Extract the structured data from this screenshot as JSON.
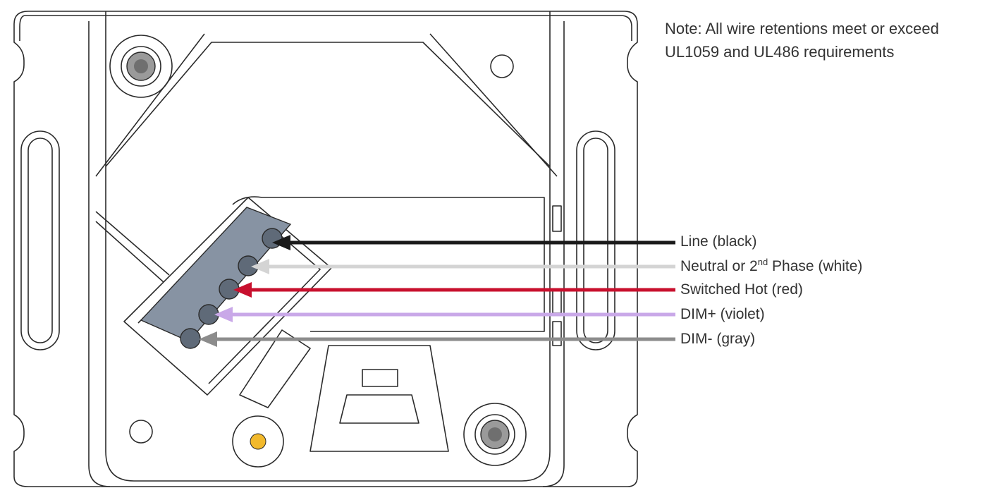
{
  "note": {
    "line1": "Note: All wire retentions meet or exceed",
    "line2": "UL1059 and UL486 requirements"
  },
  "wires": [
    {
      "id": "line",
      "label": "Line (black)",
      "color": "#1a1a1a"
    },
    {
      "id": "neutral",
      "label_before": "Neutral or 2",
      "label_sup": "nd",
      "label_after": " Phase (white)",
      "color": "#d4d4d4"
    },
    {
      "id": "switched-hot",
      "label": "Switched Hot (red)",
      "color": "#c8102e"
    },
    {
      "id": "dim-plus",
      "label": "DIM+ (violet)",
      "color": "#c9a8e8"
    },
    {
      "id": "dim-minus",
      "label": "DIM- (gray)",
      "color": "#8c8c8c"
    }
  ],
  "terminal_color": "#8793a3",
  "indicator_color": "#f2b92c"
}
